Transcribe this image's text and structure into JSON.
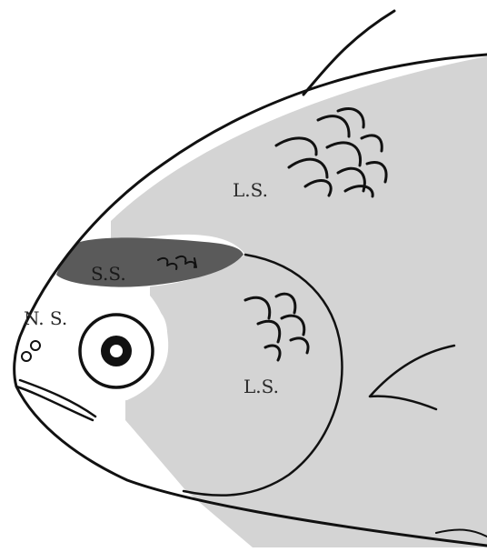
{
  "diagram": {
    "labels": {
      "ls_upper": "L.S.",
      "ss": "S.S.",
      "ns": "N. S.",
      "ls_lower": "L.S."
    },
    "colors": {
      "light_region": "#d4d4d4",
      "dark_region": "#5a5a5a",
      "outline": "#111111",
      "background": "#ffffff"
    }
  }
}
